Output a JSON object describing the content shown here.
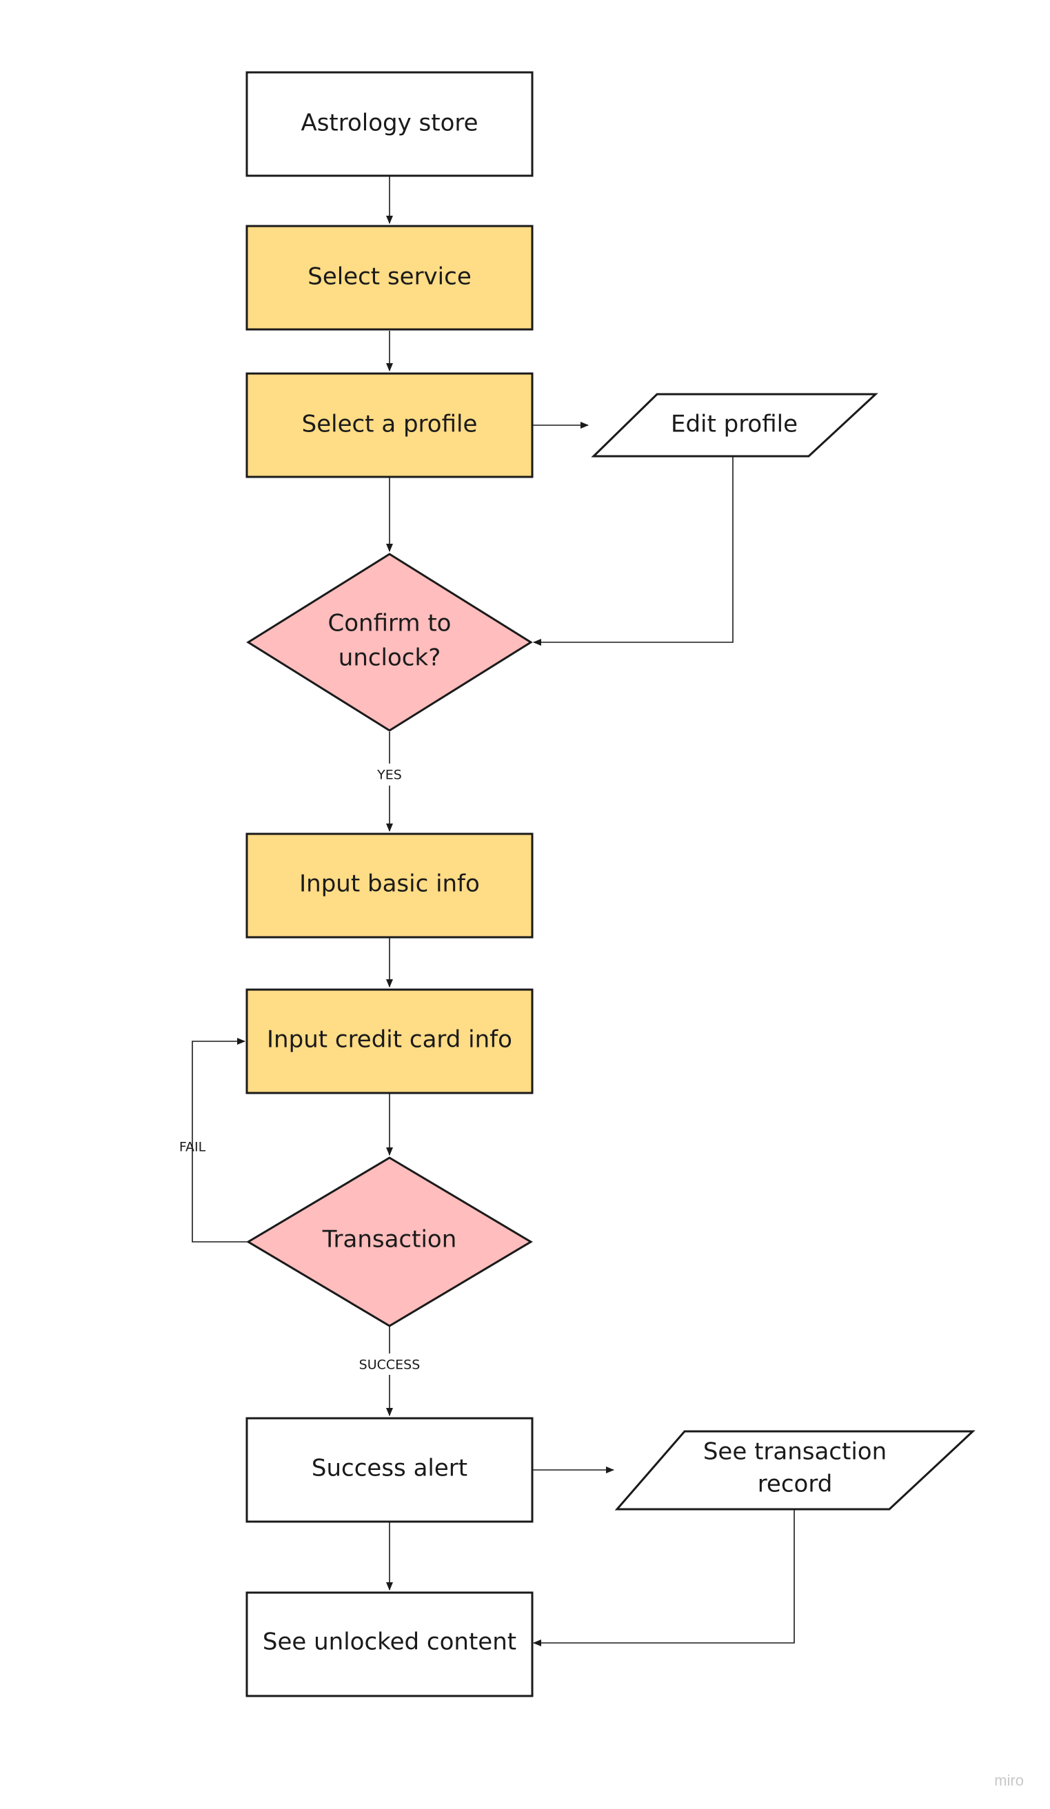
{
  "colors": {
    "process": "#ffdc86",
    "decision": "#ffbdbd",
    "plain": "#ffffff",
    "stroke": "#1a1a1a"
  },
  "nodes": {
    "astrology_store": "Astrology store",
    "select_service": "Select service",
    "select_profile": "Select a profile",
    "edit_profile": "Edit profile",
    "confirm_unlock": [
      "Confirm to",
      "unclock?"
    ],
    "input_basic": "Input basic info",
    "input_card": "Input credit card info",
    "transaction": "Transaction",
    "success_alert": "Success alert",
    "see_record": [
      "See transaction",
      "record"
    ],
    "see_unlocked": "See unlocked content"
  },
  "edge_labels": {
    "yes": "YES",
    "fail": "FAIL",
    "success": "SUCCESS"
  },
  "watermark": "miro"
}
